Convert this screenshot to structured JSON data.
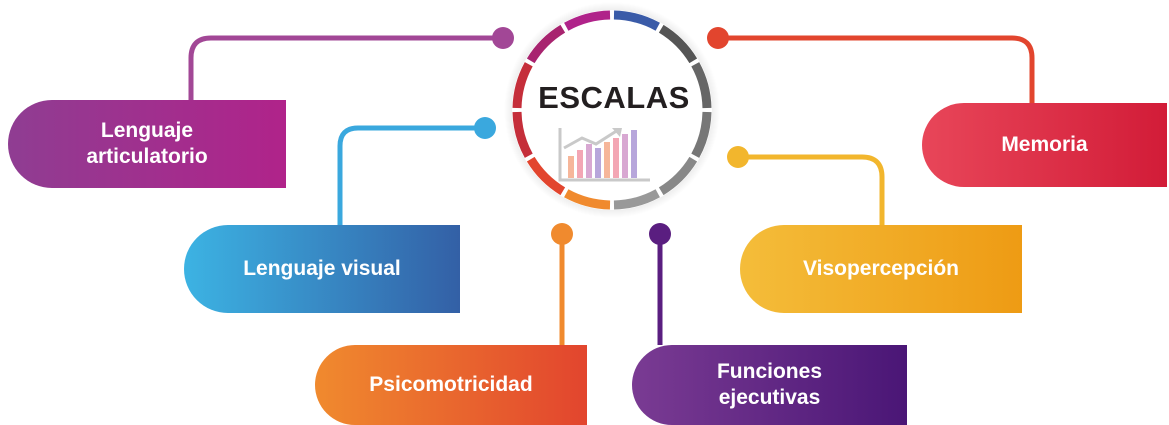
{
  "center": {
    "title": "ESCALAS"
  },
  "nodes": [
    {
      "id": "lenguaje-articulatorio",
      "label": "Lenguaje\narticulatorio",
      "colors": [
        "#8f3d92",
        "#b0238a"
      ]
    },
    {
      "id": "lenguaje-visual",
      "label": "Lenguaje visual",
      "colors": [
        "#3cb3e3",
        "#3360a6"
      ]
    },
    {
      "id": "psicomotricidad",
      "label": "Psicomotricidad",
      "colors": [
        "#f08a2e",
        "#e2452e"
      ]
    },
    {
      "id": "funciones-ejecutivas",
      "label": "Funciones\nejecutivas",
      "colors": [
        "#7a3b93",
        "#4a1676"
      ]
    },
    {
      "id": "visopercepcion",
      "label": "Visopercepción",
      "colors": [
        "#f4bd3a",
        "#ee9b14"
      ]
    },
    {
      "id": "memoria",
      "label": "Memoria",
      "colors": [
        "#e84659",
        "#d21c38"
      ]
    }
  ],
  "ring_colors": [
    "#3a5ba8",
    "#555555",
    "#666666",
    "#777777",
    "#888888",
    "#999999",
    "#f08a2e",
    "#e2452e",
    "#c52e3a",
    "#c52e3a",
    "#a8246f",
    "#b0238a"
  ],
  "chart_icon_colors": [
    "#f6b69a",
    "#f3a6b4",
    "#d8a8d2",
    "#b7a6db",
    "#f6b69a",
    "#f3a6b4",
    "#d8a8d2",
    "#b7a6db"
  ],
  "connector_colors": {
    "lenguaje-articulatorio": "#a24796",
    "lenguaje-visual": "#3aa8de",
    "psicomotricidad": "#f08a2e",
    "funciones-ejecutivas": "#5a1e80",
    "visopercepcion": "#f2b62d",
    "memoria": "#e2452e"
  }
}
